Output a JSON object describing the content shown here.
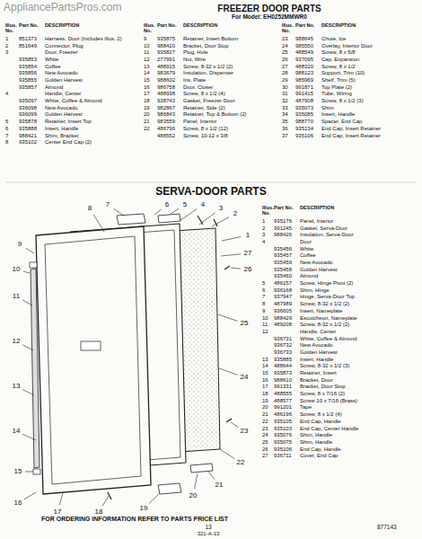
{
  "diagram": {
    "title": "FREEZER DOOR PARTS",
    "caption": "FOR ORDERING INFORMATION REFER TO PARTS PRICE LIST",
    "labels": [
      "AppliancePartsPros.com",
      "For Model: EH0252MMWR0",
      "Illus. No.",
      "Part No.",
      "DESCRIPTION",
      "1",
      "851373",
      "Harness, Door (Includes Illus. 2)",
      "2",
      "851649",
      "Connector, Plug",
      "3",
      "Door, Freezer",
      "935853",
      "White",
      "935854",
      "Coffee",
      "935856",
      "New Avocado",
      "935855",
      "Golden Harvest",
      "935857",
      "Almond",
      "4",
      "Handle, Center",
      "935097",
      "White, Coffee & Almond",
      "936098",
      "New Avocado",
      "936099",
      "Golden Harvest",
      "5",
      "935878",
      "Retainer, Insert Top",
      "6",
      "935888",
      "Insert, Handle",
      "7",
      "988421",
      "Shim, Bracket",
      "8",
      "935102",
      "Center End Cap (2)",
      "Illus. No.",
      "Part No.",
      "DESCRIPTION",
      "9",
      "935875",
      "Retainer, Insert Bottom",
      "10",
      "988420",
      "Bracket, Door Stop",
      "11",
      "935827",
      "Plug, Hole",
      "12",
      "277991",
      "Nut, Wire",
      "13",
      "488915",
      "Screw, 8-32 x 1/2 (2)",
      "14",
      "983679",
      "Insulation, Dispenser",
      "15",
      "988602",
      "Ins. Plate",
      "16",
      "986758",
      "Door, Closer",
      "17",
      "488938",
      "Screw, 8 x 1/2 (4)",
      "18",
      "938743",
      "Gasket, Freezer Door",
      "19",
      "982867",
      "Retainer, Side (2)",
      "20",
      "986843",
      "Retainer, Top & Bottom (2)",
      "21",
      "983559",
      "Panel, Interior",
      "22",
      "486796",
      "Screw, 8 x 1/2 (12)",
      "488552",
      "Screw, 10-12 x 3/8",
      "Illus. No.",
      "Part No.",
      "DESCRIPTION",
      "23",
      "988645",
      "Chute, Ice",
      "24",
      "985550",
      "Overlay, Interior Door",
      "25",
      "488549",
      "Screw, 8 x 5/8",
      "26",
      "937095",
      "Cap, Expansion",
      "27",
      "488320",
      "Screw, 8 x 1/2",
      "28",
      "988123",
      "Support, Trim (10)",
      "29",
      "985969",
      "Shelf, Trim (5)",
      "30",
      "991871",
      "Top Plate (2)",
      "31",
      "991415",
      "Tube, Wiring",
      "32",
      "487908",
      "Screw, 8 x 1/2 (3)",
      "33",
      "935073",
      "Shim",
      "34",
      "935085",
      "Insert, Handle",
      "35",
      "988770",
      "Spacer, End Cap",
      "36",
      "935134",
      "End Cap, Insert Retainer",
      "37",
      "935106",
      "End Cap, Insert Retainer",
      "SERVA-DOOR PARTS",
      "Illus. No.",
      "Part No.",
      "DESCRIPTION",
      "1",
      "935176",
      "Panel, Interior",
      "2",
      "991245",
      "Gasket, Serva-Door",
      "3",
      "988426",
      "Insulation, Serva-Door",
      "4",
      "Door",
      "935456",
      "White",
      "935457",
      "Coffee",
      "935459",
      "New Avocado",
      "935458",
      "Golden Harvest",
      "935460",
      "Almond",
      "5",
      "486157",
      "Screw, Hinge Pivot (2)",
      "6",
      "936168",
      "Shim, Hinge",
      "7",
      "937947",
      "Hinge, Serva-Door Top",
      "8",
      "487989",
      "Screw, 8-32 x 1/2 (2)",
      "9",
      "936605",
      "Insert, Nameplate",
      "10",
      "988429",
      "Escutcheon, Nameplate",
      "11",
      "489208",
      "Screw, 8-32 x 1/2 (2)",
      "12",
      "Handle, Center",
      "936731",
      "White, Coffee & Almond",
      "936732",
      "New Avocado",
      "936733",
      "Golden Harvest",
      "13",
      "935885",
      "Insert, Handle",
      "14",
      "488644",
      "Screw, 8-32 x 1/2 (3)",
      "15",
      "935873",
      "Retainer, Insert",
      "16",
      "988610",
      "Bracket, Door",
      "17",
      "991331",
      "Bracket, Door Stop",
      "18",
      "488555",
      "Screw, 8 x 7/16 (2)",
      "19",
      "488577",
      "Screw 10 x 7/16 (Brass)",
      "20",
      "991201",
      "Tape",
      "21",
      "486196",
      "Screw, 8 x 1/2 (4)",
      "22",
      "935105",
      "End Cap, Handle",
      "23",
      "935103",
      "End Cap, Center Handle",
      "24",
      "935076",
      "Shim, Handle",
      "25",
      "935075",
      "Shim, Handle",
      "26",
      "935106",
      "End Cap, Handle",
      "27",
      "936711",
      "Cover, End Cap",
      "1",
      "2",
      "3",
      "4",
      "5",
      "6",
      "7",
      "8",
      "9",
      "10",
      "11",
      "12",
      "13",
      "14",
      "15",
      "16",
      "17",
      "18",
      "19",
      "20",
      "21",
      "22",
      "23",
      "24",
      "25",
      "26",
      "27",
      "13",
      "321-A-13",
      "877143"
    ]
  }
}
